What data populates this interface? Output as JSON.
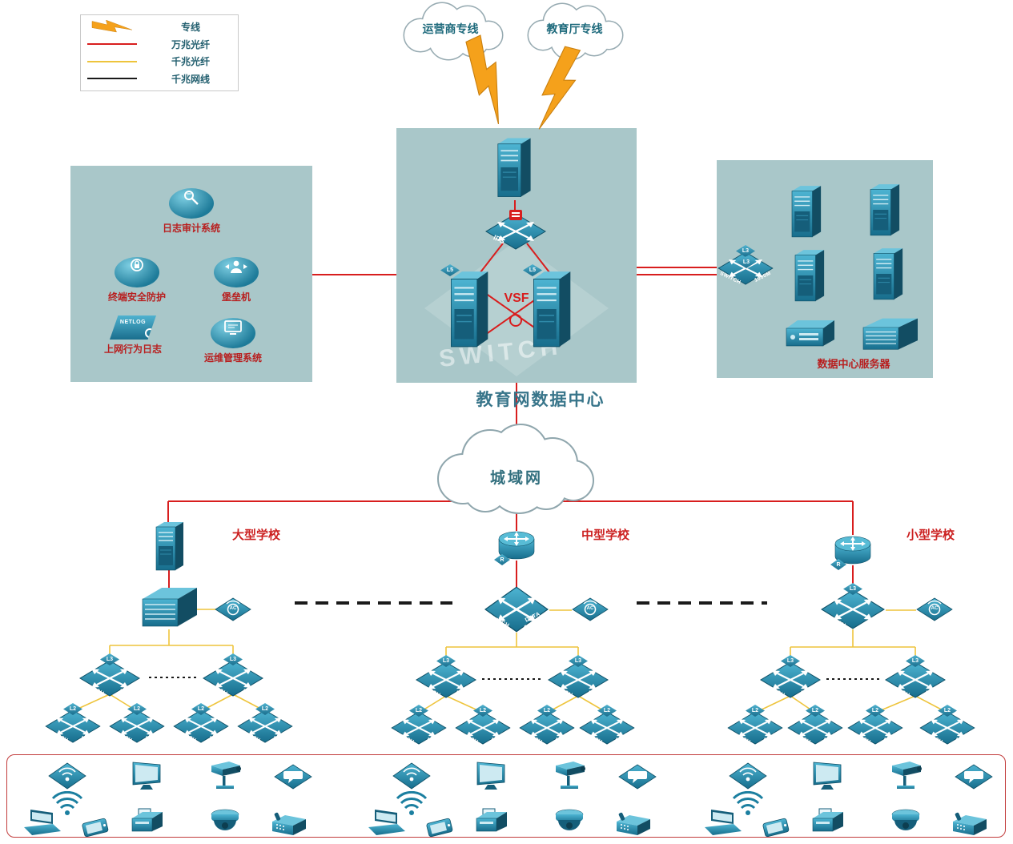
{
  "legend": {
    "items": [
      {
        "label": "专线"
      },
      {
        "label": "万兆光纤"
      },
      {
        "label": "千兆光纤"
      },
      {
        "label": "千兆网线"
      }
    ]
  },
  "clouds": {
    "isp": "运营商专线",
    "edu": "教育厅专线",
    "man": "城域网"
  },
  "datacenter": {
    "title": "教育网数据中心",
    "ips_label": "IPS",
    "vsf_label": "VSF",
    "switch_watermark": "SWITCH",
    "core_badge": "L5"
  },
  "security_box": {
    "items": [
      {
        "label": "日志审计系统"
      },
      {
        "label": "终端安全防护"
      },
      {
        "label": "堡垒机"
      },
      {
        "label": "上网行为日志"
      },
      {
        "label": "运维管理系统"
      }
    ],
    "netlog_text": "NETLOG"
  },
  "server_box": {
    "title": "数据中心服务器"
  },
  "schools": {
    "large": {
      "name": "大型学校"
    },
    "medium": {
      "name": "中型学校",
      "core_left": "SWITCH",
      "core_right": "DATA CENTER"
    },
    "small": {
      "name": "小型学校"
    }
  },
  "labels": {
    "switch_left": "SWITCH",
    "switch_right": "1000M",
    "l3": "L3",
    "l2": "L2",
    "ac": "AC",
    "r": "R"
  },
  "colors": {
    "line_10g": "#d81e1e",
    "line_1g_fiber": "#eec43c",
    "line_1g_copper": "#1a1a1a",
    "dedicated": "#f5a11b"
  }
}
